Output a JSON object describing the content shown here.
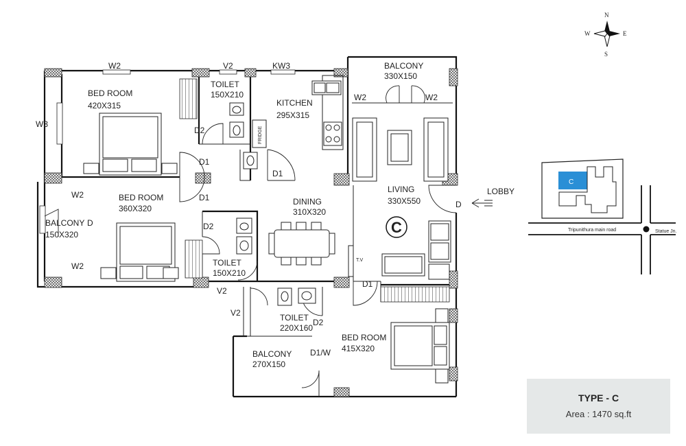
{
  "compass": {
    "n": "N",
    "s": "S",
    "e": "E",
    "w": "W"
  },
  "rooms": {
    "bed1": {
      "name": "BED ROOM",
      "size": "420X315"
    },
    "toilet1": {
      "name": "TOILET",
      "size": "150X210"
    },
    "kitchen": {
      "name": "KITCHEN",
      "size": "295X315"
    },
    "balcony_top": {
      "name": "BALCONY",
      "size": "330X150"
    },
    "bed2": {
      "name": "BED ROOM",
      "size": "360X320"
    },
    "balcony_left": {
      "name": "BALCONY",
      "size": "150X320"
    },
    "dining": {
      "name": "DINING",
      "size": "310X320"
    },
    "living": {
      "name": "LIVING",
      "size": "330X550"
    },
    "toilet2": {
      "name": "TOILET",
      "size": "150X210"
    },
    "toilet3": {
      "name": "TOILET",
      "size": "220X160"
    },
    "bed3": {
      "name": "BED ROOM",
      "size": "415X320"
    },
    "balcony_bottom": {
      "name": "BALCONY",
      "size": "270X150"
    }
  },
  "openings": {
    "w2": "W2",
    "v2": "V2",
    "kw3": "KW3",
    "w3": "W3",
    "d": "D",
    "d1": "D1",
    "d2": "D2",
    "d1w": "D1/W"
  },
  "fixtures": {
    "fridge": "FRIDGE",
    "tv": "T.V"
  },
  "unit_marker": "C",
  "lobby": "LOBBY",
  "key_plan": {
    "unit_label": "C",
    "road_main": "Tripunithura main road",
    "road_junction": "Statue Jn.",
    "highlight_color": "#2a8fd6"
  },
  "type_box": {
    "title": "TYPE - C",
    "area": "Area : 1470 sq.ft"
  }
}
